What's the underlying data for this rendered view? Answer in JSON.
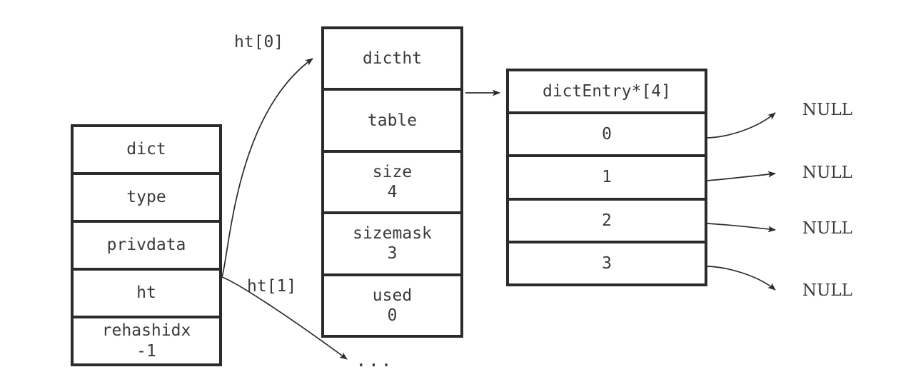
{
  "diagram": {
    "title": "Redis dict / dictht / dictEntry structure diagram",
    "background_color": "#ffffff",
    "line_color": "#2b2b2b",
    "text_color": "#3a3a3a"
  },
  "dict_struct": {
    "rows": [
      {
        "name": "dict",
        "value": ""
      },
      {
        "name": "type",
        "value": ""
      },
      {
        "name": "privdata",
        "value": ""
      },
      {
        "name": "ht",
        "value": ""
      },
      {
        "name": "rehashidx",
        "value": "-1"
      }
    ]
  },
  "dictht_struct": {
    "rows": [
      {
        "name": "dictht",
        "value": ""
      },
      {
        "name": "table",
        "value": ""
      },
      {
        "name": "size",
        "value": "4"
      },
      {
        "name": "sizemask",
        "value": "3"
      },
      {
        "name": "used",
        "value": "0"
      }
    ]
  },
  "dictentry_array": {
    "rows": [
      {
        "name": "dictEntry*[4]",
        "value": ""
      },
      {
        "name": "0",
        "value": ""
      },
      {
        "name": "1",
        "value": ""
      },
      {
        "name": "2",
        "value": ""
      },
      {
        "name": "3",
        "value": ""
      }
    ]
  },
  "labels": {
    "ht0": "ht[0]",
    "ht1": "ht[1]",
    "ellipsis": "...",
    "null_0": "NULL",
    "null_1": "NULL",
    "null_2": "NULL",
    "null_3": "NULL"
  }
}
